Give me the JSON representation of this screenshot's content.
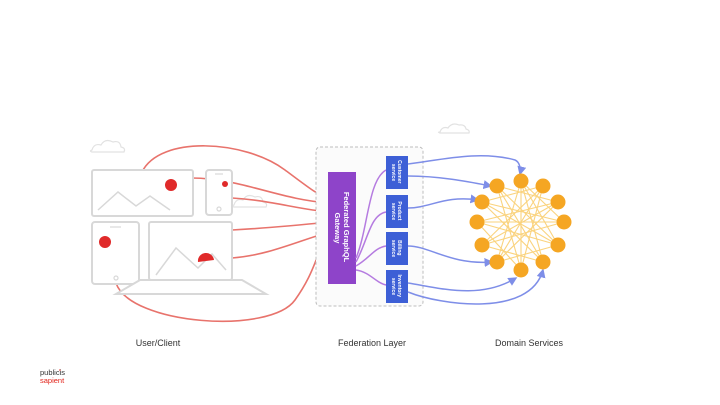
{
  "gateway": {
    "line1": "Federated GraphQL",
    "line2": "Gateway"
  },
  "services": [
    {
      "line1": "Customer",
      "line2": "service"
    },
    {
      "line1": "Product",
      "line2": "service"
    },
    {
      "line1": "Billing",
      "line2": "service"
    },
    {
      "line1": "Inventory",
      "line2": "service"
    }
  ],
  "sections": {
    "client": "User/Client",
    "federation": "Federation Layer",
    "domain": "Domain Services"
  },
  "logo": {
    "line1": "publicis",
    "line2": "sapient"
  },
  "colors": {
    "client_line": "#e8736c",
    "gateway": "#8e44c9",
    "gateway_line": "#b57be0",
    "service": "#3d5fd6",
    "service_line": "#7e8ee8",
    "node": "#f5a623",
    "mesh": "#fad37e",
    "device": "#d8d8d8",
    "accent": "#e02a2a"
  }
}
